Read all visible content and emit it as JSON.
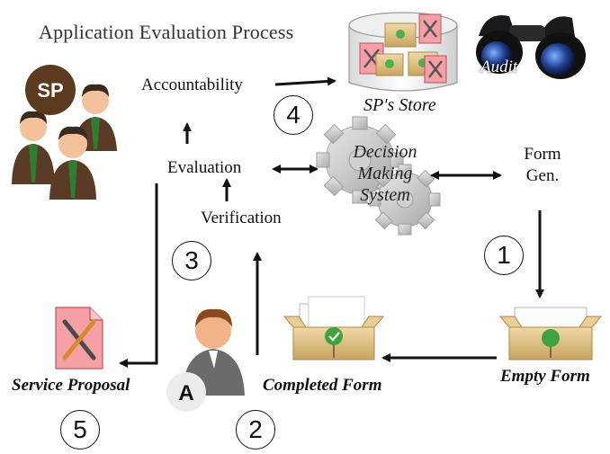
{
  "title": "Application Evaluation Process",
  "nodes": {
    "accountability": "Accountability",
    "evaluation": "Evaluation",
    "verification": "Verification",
    "decision_making_system": [
      "Decision",
      "Making",
      "System"
    ],
    "form_gen": [
      "Form",
      "Gen."
    ],
    "sp_store": "SP's Store",
    "audit": "Audit",
    "empty_form": "Empty Form",
    "completed_form": "Completed Form",
    "service_proposal": "Service Proposal"
  },
  "badges": {
    "sp": "SP",
    "applicant": "A"
  },
  "steps": [
    "1",
    "2",
    "3",
    "4",
    "5"
  ],
  "colors": {
    "suit": "#5a3b26",
    "shirt_tie": "#2e7d32",
    "sp_badge": "#5c3a1e",
    "form_box": "#e2c68a",
    "check": "#4caf50",
    "doc_pink": "#f5a0a5",
    "gear": "#bdbdbd"
  }
}
